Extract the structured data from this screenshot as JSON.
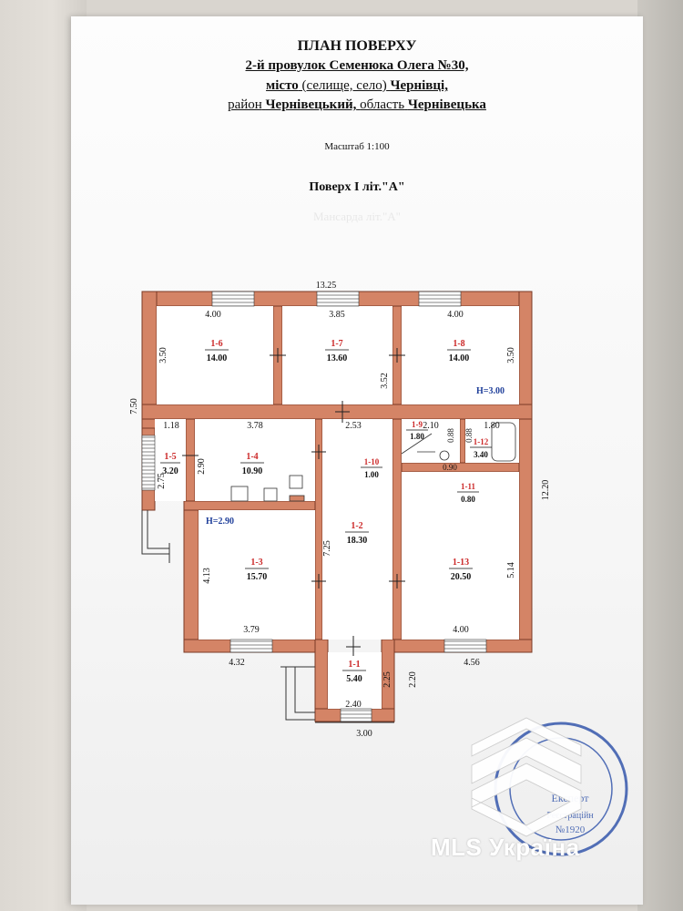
{
  "header": {
    "title": "ПЛАН ПОВЕРХУ",
    "address_line1": "2-й провулок  Семенюка Олега №30,",
    "address_line2_prefix": "місто",
    "address_line2_mid": "(селище, село)",
    "address_line2_city": "Чернівці,",
    "address_line3_prefix": "район",
    "address_line3_district": "Чернівецький,",
    "address_line3_mid": "область",
    "address_line3_region": "Чернівецька",
    "scale": "Масштаб 1:100"
  },
  "floor_label": "Поверх  І  літ.\"А\"",
  "ghost_text": "Мансарда    літ.\"А\"",
  "dimensions": {
    "overall_width": "13.25",
    "overall_depth": "12.20",
    "left_depth": "7.50",
    "r16_w": "4.00",
    "r16_h": "3.50",
    "r17_w": "3.85",
    "r18_w": "4.00",
    "r18_h": "3.50",
    "r18_side": "3.52",
    "r15_w": "1.18",
    "r15_h": "2.75",
    "r14_w": "3.78",
    "r14_h": "2.90",
    "corridor_w": "2.53",
    "corridor_len": "7.25",
    "r19_w": "2.10",
    "r19_h": "0.88",
    "r112_w": "1.80",
    "r112_h": "0.88",
    "r110_w": "0.90",
    "r13_h": "4.13",
    "r13_w": "3.79",
    "r13_outer": "4.32",
    "r113_h": "5.14",
    "r113_w": "4.00",
    "r113_outer": "4.56",
    "r11_h": "2.25",
    "r11_w": "2.40",
    "r11_outer": "3.00",
    "r11_side": "2.20"
  },
  "heights": {
    "h1": "Н=3.00",
    "h2": "Н=2.90"
  },
  "rooms": [
    {
      "id": "1-6",
      "area": "14.00"
    },
    {
      "id": "1-7",
      "area": "13.60"
    },
    {
      "id": "1-8",
      "area": "14.00"
    },
    {
      "id": "1-5",
      "area": "3.20"
    },
    {
      "id": "1-4",
      "area": "10.90"
    },
    {
      "id": "1-2",
      "area": "18.30"
    },
    {
      "id": "1-9",
      "area": "1.80"
    },
    {
      "id": "1-10",
      "area": "1.00"
    },
    {
      "id": "1-12",
      "area": "3.40"
    },
    {
      "id": "1-11",
      "area": "0.80"
    },
    {
      "id": "1-3",
      "area": "15.70"
    },
    {
      "id": "1-13",
      "area": "20.50"
    },
    {
      "id": "1-1",
      "area": "5.40"
    }
  ],
  "stamp": {
    "line1": "Експерт",
    "line2": "Реєстраційн",
    "line3": "№1920"
  },
  "watermark": "MLS Україна",
  "colors": {
    "wall": "#d48466",
    "wall_stroke": "#7a3a25",
    "room_id": "#cc2a2a",
    "height_label": "#1f3f9a",
    "stamp": "#2a4ea8"
  }
}
